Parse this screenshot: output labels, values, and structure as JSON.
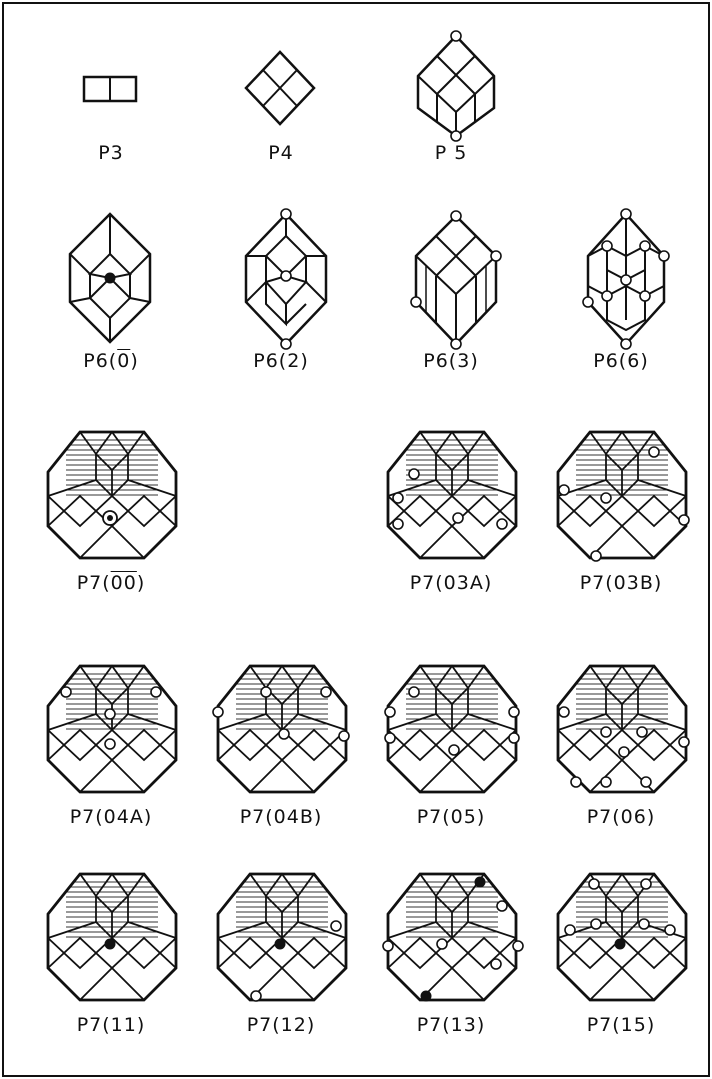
{
  "figures": [
    {
      "id": "p3",
      "label": "P3"
    },
    {
      "id": "p4",
      "label": "P4"
    },
    {
      "id": "p5",
      "label": "P 5"
    },
    {
      "id": "p6-0",
      "label_pre": "P6(",
      "label_ol": "0",
      "label_post": ")"
    },
    {
      "id": "p6-2",
      "label": "P6(2)"
    },
    {
      "id": "p6-3",
      "label": "P6(3)"
    },
    {
      "id": "p6-6",
      "label": "P6(6)"
    },
    {
      "id": "p7-00",
      "label_pre": "P7(",
      "label_ol": "00",
      "label_post": ")"
    },
    {
      "id": "p7-03a",
      "label": "P7(03A)"
    },
    {
      "id": "p7-03b",
      "label": "P7(03B)"
    },
    {
      "id": "p7-04a",
      "label": "P7(04A)"
    },
    {
      "id": "p7-04b",
      "label": "P7(04B)"
    },
    {
      "id": "p7-05",
      "label": "P7(05)"
    },
    {
      "id": "p7-06",
      "label": "P7(06)"
    },
    {
      "id": "p7-11",
      "label": "P7(11)"
    },
    {
      "id": "p7-12",
      "label": "P7(12)"
    },
    {
      "id": "p7-13",
      "label": "P7(13)"
    },
    {
      "id": "p7-15",
      "label": "P7(15)"
    }
  ]
}
